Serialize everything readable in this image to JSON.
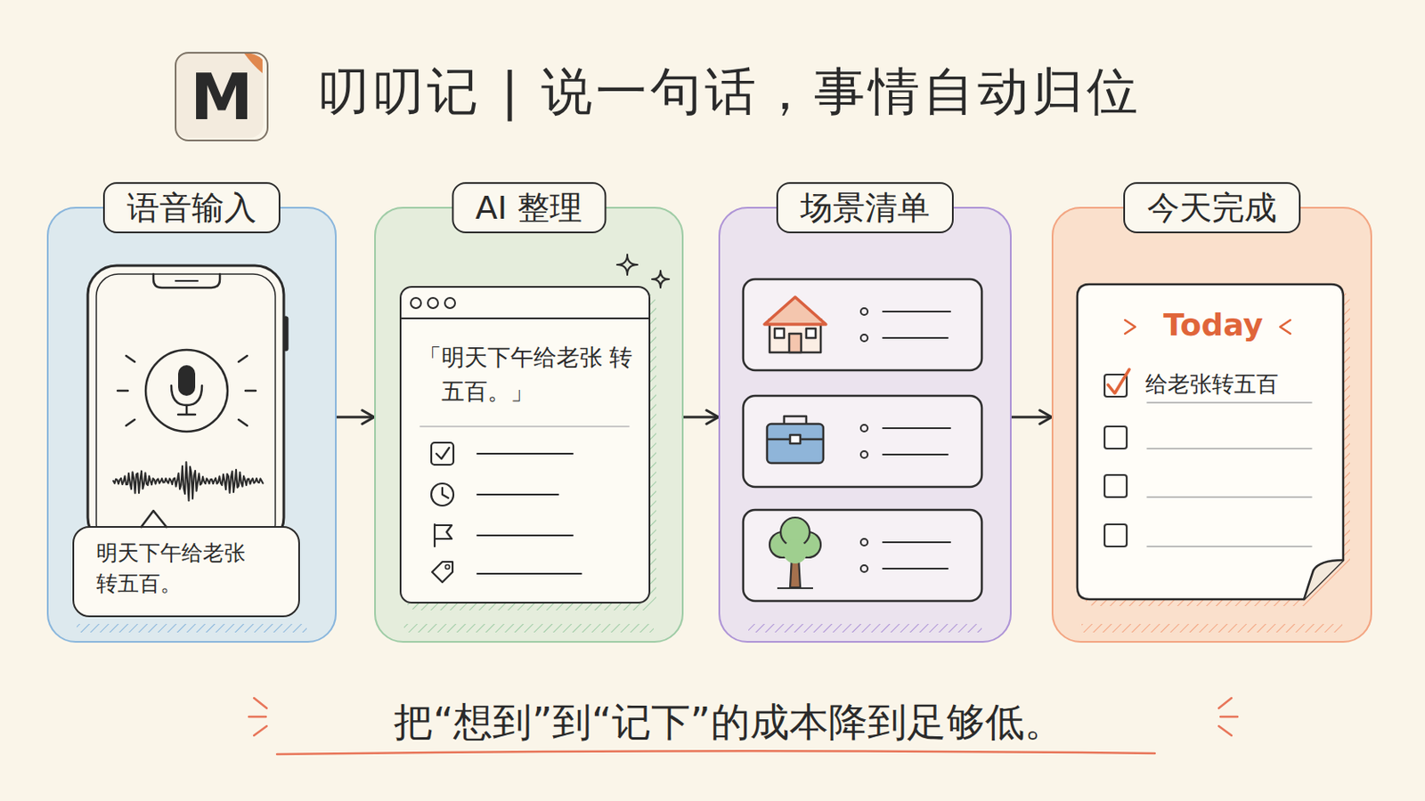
{
  "diagram": {
    "title": "叨叨记 | 说一句话，事情自动归位",
    "caption": "把“想到”到“记下”的成本降到足够低。",
    "nodes": [
      {
        "text": [
          "M"
        ]
      },
      {
        "text": [
          "语音输入"
        ]
      },
      {
        "text": [
          "明天下午给老张 转五百。"
        ],
        "in": 1
      },
      {
        "text": [
          "AI 整理"
        ]
      },
      {
        "text": [
          "「明天下午给老张 转五百。」"
        ],
        "in": 3
      },
      {
        "text": [
          "场景清单"
        ]
      },
      {
        "text": [
          "今天完成"
        ]
      },
      {
        "text": [
          "Today",
          "给老张转五百"
        ],
        "in": 6
      }
    ],
    "edges": [
      {
        "from": 1,
        "to": 3,
        "arrow": "to"
      },
      {
        "from": 3,
        "to": 5,
        "arrow": "to"
      },
      {
        "from": 5,
        "to": 6,
        "arrow": "to"
      }
    ]
  }
}
